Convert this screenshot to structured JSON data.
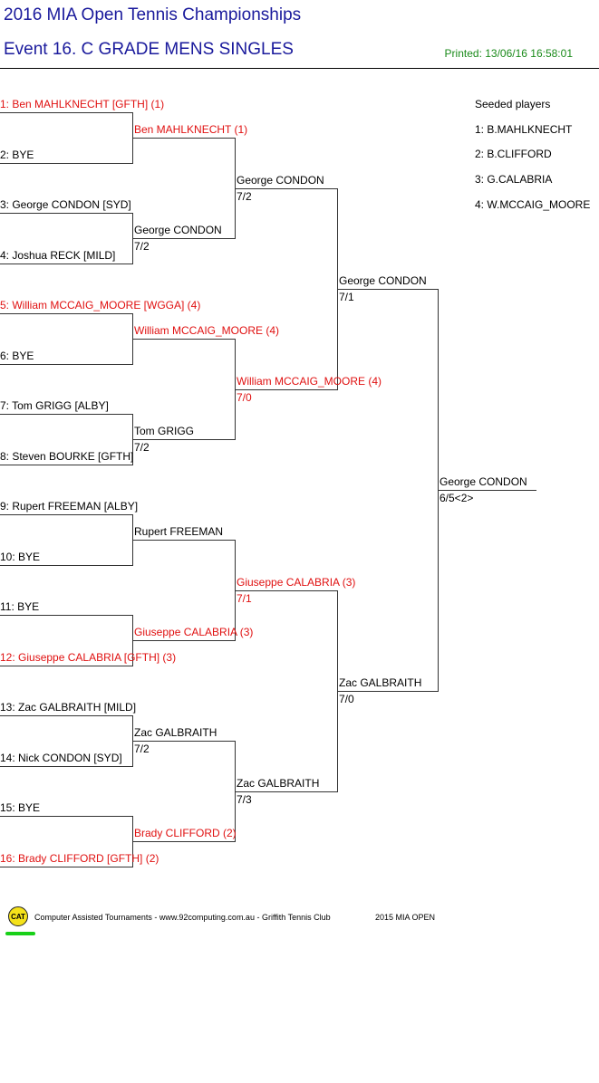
{
  "header": {
    "tournament": "2016 MIA Open Tennis Championships",
    "event": "Event 16. C GRADE MENS SINGLES",
    "printed": "Printed: 13/06/16 16:58:01"
  },
  "colors": {
    "title": "#1a1a9c",
    "seeded": "#e01010",
    "printed": "#1a8a1a"
  },
  "draw": {
    "round1": [
      {
        "text": "1: Ben MAHLKNECHT [GFTH] (1)",
        "seeded": true
      },
      {
        "text": "2: BYE",
        "seeded": false
      },
      {
        "text": "3: George CONDON [SYD]",
        "seeded": false
      },
      {
        "text": "4: Joshua RECK [MILD]",
        "seeded": false
      },
      {
        "text": "5: William MCCAIG_MOORE [WGGA] (4)",
        "seeded": true
      },
      {
        "text": "6: BYE",
        "seeded": false
      },
      {
        "text": "7: Tom GRIGG [ALBY]",
        "seeded": false
      },
      {
        "text": "8: Steven BOURKE [GFTH]",
        "seeded": false
      },
      {
        "text": "9: Rupert FREEMAN [ALBY]",
        "seeded": false
      },
      {
        "text": "10: BYE",
        "seeded": false
      },
      {
        "text": "11: BYE",
        "seeded": false
      },
      {
        "text": "12: Giuseppe CALABRIA [GFTH] (3)",
        "seeded": true
      },
      {
        "text": "13: Zac GALBRAITH [MILD]",
        "seeded": false
      },
      {
        "text": "14: Nick CONDON [SYD]",
        "seeded": false
      },
      {
        "text": "15: BYE",
        "seeded": false
      },
      {
        "text": "16: Brady CLIFFORD [GFTH] (2)",
        "seeded": true
      }
    ],
    "round2": [
      {
        "name": "Ben MAHLKNECHT (1)",
        "score": "",
        "seeded": true
      },
      {
        "name": "George CONDON",
        "score": "7/2",
        "seeded": false
      },
      {
        "name": "William MCCAIG_MOORE (4)",
        "score": "",
        "seeded": true
      },
      {
        "name": "Tom GRIGG",
        "score": "7/2",
        "seeded": false
      },
      {
        "name": "Rupert FREEMAN",
        "score": "",
        "seeded": false
      },
      {
        "name": "Giuseppe CALABRIA (3)",
        "score": "",
        "seeded": true
      },
      {
        "name": "Zac GALBRAITH",
        "score": "7/2",
        "seeded": false
      },
      {
        "name": "Brady CLIFFORD (2)",
        "score": "",
        "seeded": true
      }
    ],
    "round3": [
      {
        "name": "George CONDON",
        "score": "7/2",
        "seeded": false
      },
      {
        "name": "William MCCAIG_MOORE (4)",
        "score": "7/0",
        "seeded": true
      },
      {
        "name": "Giuseppe CALABRIA (3)",
        "score": "7/1",
        "seeded": true
      },
      {
        "name": "Zac GALBRAITH",
        "score": "7/3",
        "seeded": false
      }
    ],
    "round4": [
      {
        "name": "George CONDON",
        "score": "7/1",
        "seeded": false
      },
      {
        "name": "Zac GALBRAITH",
        "score": "7/0",
        "seeded": false
      }
    ],
    "final": {
      "name": "George CONDON",
      "score": "6/5<2>",
      "seeded": false
    }
  },
  "seeds": {
    "heading": "Seeded players",
    "list": [
      "1: B.MAHLKNECHT",
      "2: B.CLIFFORD",
      "3: G.CALABRIA",
      "4: W.MCCAIG_MOORE"
    ]
  },
  "footer": {
    "logo": "CAT",
    "credit": "Computer Assisted Tournaments - www.92computing.com.au -  Griffith Tennis Club",
    "event": "2015 MIA OPEN"
  }
}
